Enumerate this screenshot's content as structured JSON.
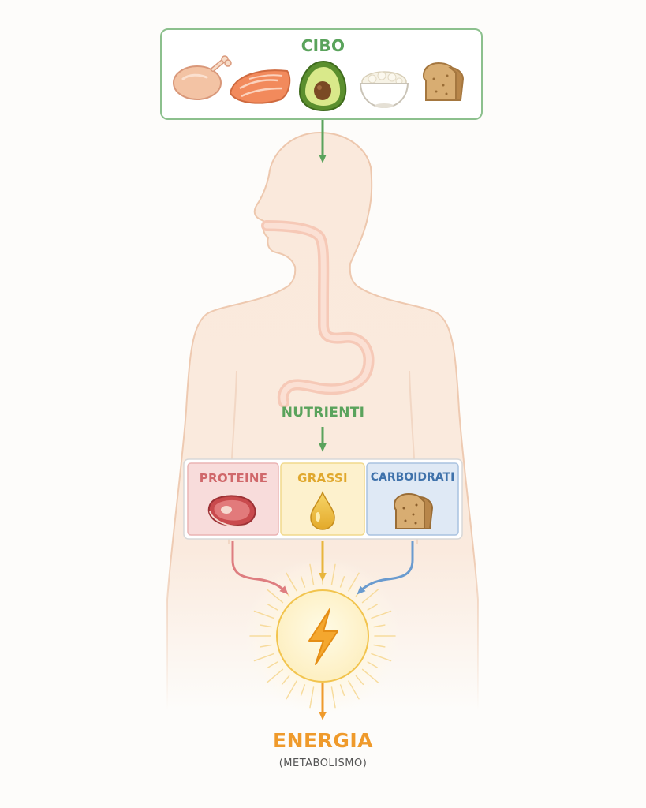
{
  "food": {
    "title": "CIBO",
    "items": [
      "chicken-leg-icon",
      "salmon-icon",
      "avocado-icon",
      "rice-bowl-icon",
      "bread-icon"
    ]
  },
  "nutrients": {
    "title": "NUTRIENTI",
    "categories": [
      {
        "label": "PROTEINE",
        "icon": "steak-icon",
        "color": "#d0686b"
      },
      {
        "label": "GRASSI",
        "icon": "oil-drop-icon",
        "color": "#e0a82e"
      },
      {
        "label": "CARBOIDRATI",
        "icon": "bread-icon",
        "color": "#3f72ab"
      }
    ]
  },
  "energy": {
    "title": "ENERGIA",
    "subtitle": "(METABOLISMO)",
    "icon": "lightning-bolt-icon",
    "color": "#ef9a2b"
  },
  "colors": {
    "green": "#5aa35c",
    "body": "#fae9dc",
    "digestive": "#f5c8b8"
  }
}
